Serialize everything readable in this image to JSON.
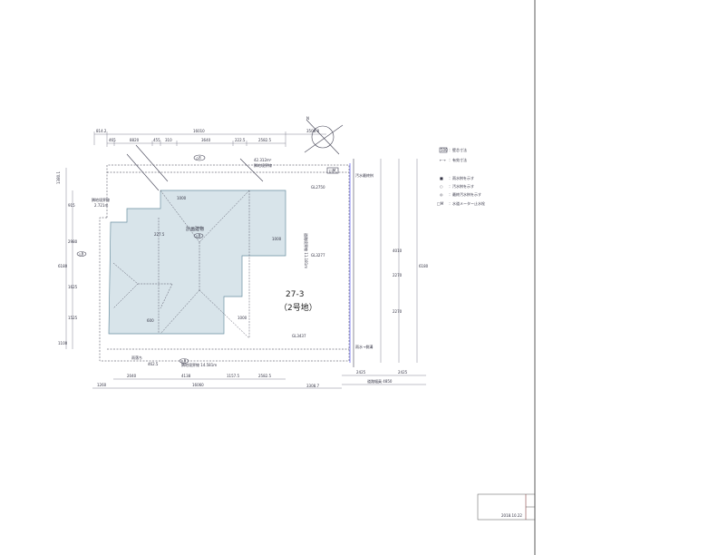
{
  "plan": {
    "top_dims": {
      "offset_left": "814.2",
      "overall": "16010",
      "offset_right": "3508.8",
      "segments": [
        "465",
        "8820",
        "455",
        "310",
        "3640",
        "222.5",
        "2582.5"
      ]
    },
    "north_label": "N",
    "site_area": "42.312m²",
    "boundary_label_top": "隣地境界線",
    "boundary_label_left": "隣地境界線",
    "left_len": "2.721m",
    "building_label": "計画建物",
    "building_tag": "△8",
    "top_tag": "△8",
    "lot_number": "27-3",
    "lot_name": "（2号地）",
    "inner_dims": [
      "227.5",
      "1000",
      "1000",
      "1000",
      "600"
    ],
    "gl_top": "GL2750",
    "gl_mid": "GL3277",
    "gl_bottom": "GL3437",
    "meter_box": "□M",
    "left_dims": [
      "1380.1",
      "915",
      "2980",
      "6180",
      "1625",
      "1525",
      "1100"
    ],
    "left_tag": "△8",
    "right_dims": [
      "6180",
      "4010",
      "2270",
      "2270"
    ],
    "right_road_label": "道路境界線 11.181m",
    "right_notes": [
      "汚水最終桝",
      "雨水→側溝"
    ],
    "bottom_label": "隣地境界線 14.581m",
    "bottom_tag": "△8",
    "bottom_dims_1": [
      "2040",
      "4138",
      "1157.5",
      "2582.5",
      "2425",
      "2425"
    ],
    "bottom_dims_2": [
      "1260",
      "16060",
      "3308.7"
    ],
    "road_width": "道路幅員 4850",
    "rain_note": "雨落ち",
    "extra_dim": "462.5"
  },
  "legend": {
    "items": [
      {
        "symbol": "500",
        "text": "：壁芯寸法"
      },
      {
        "symbol": "←→",
        "text": "：有効寸法"
      },
      {
        "symbol": "■",
        "text": "：雨水桝を示す"
      },
      {
        "symbol": "○",
        "text": "：汚水桝を示す"
      },
      {
        "symbol": "◎",
        "text": "：最終汚水桝を示す"
      },
      {
        "symbol": "□M",
        "text": "：水道メーター止水栓"
      }
    ]
  },
  "title_block": {
    "date": "2018.10.22"
  }
}
